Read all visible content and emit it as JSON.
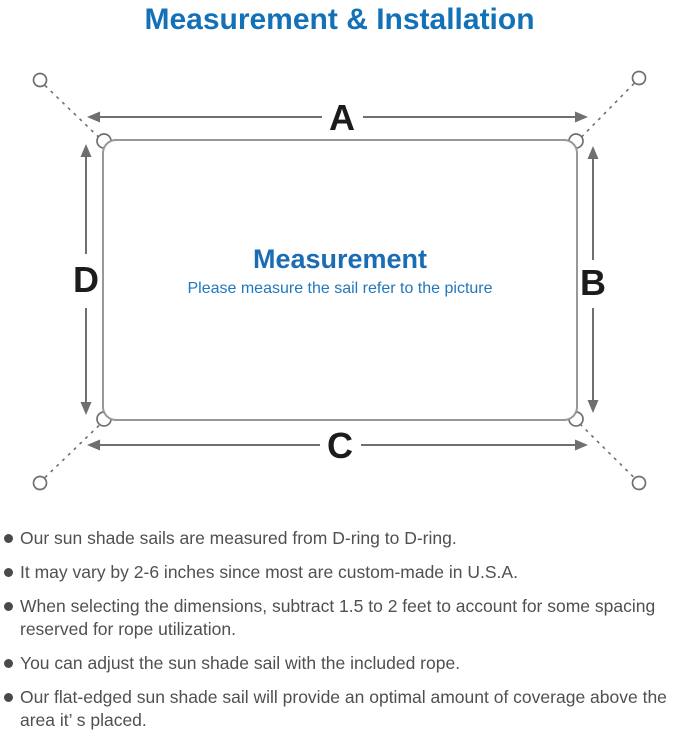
{
  "title": "Measurement & Installation",
  "colors": {
    "title_blue": "#1371b7",
    "heading_blue": "#1a6cb5",
    "subheading_blue": "#2278bd",
    "line_gray": "#6f6f6f",
    "sail_border_gray": "#979797",
    "note_text_gray": "#505050",
    "side_label_black": "#1c1c1c"
  },
  "diagram": {
    "heading": "Measurement",
    "subheading": "Please measure the sail refer to the picture",
    "side_labels": {
      "top": "A",
      "right": "B",
      "bottom": "C",
      "left": "D"
    }
  },
  "notes": [
    "Our sun shade sails are measured from D-ring to D-ring.",
    "It may vary by 2-6 inches since most are custom-made in U.S.A.",
    "When selecting the dimensions, subtract 1.5 to 2 feet to account for some spacing reserved for rope utilization.",
    "You can adjust the sun shade sail with the included rope.",
    "Our flat-edged sun shade sail will provide an optimal amount of coverage above the area it’ s placed."
  ]
}
